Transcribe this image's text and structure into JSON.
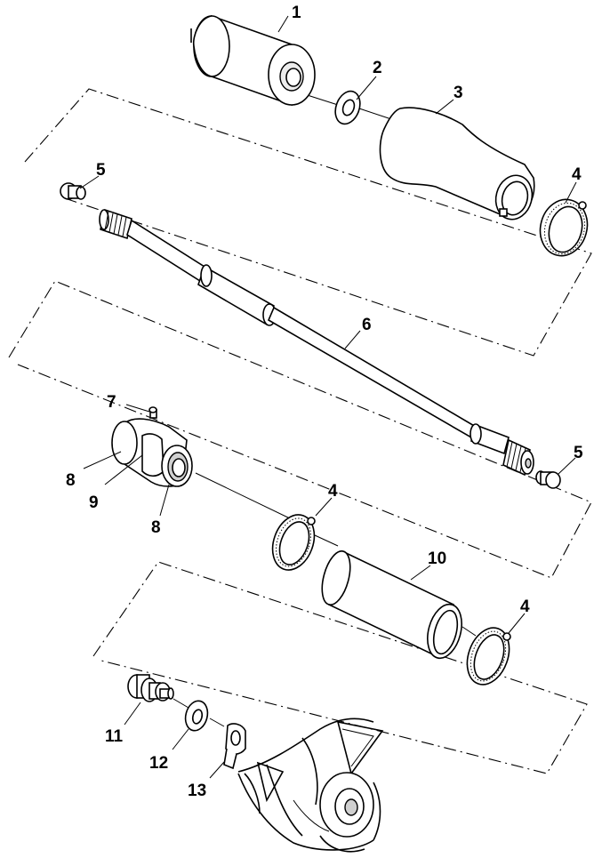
{
  "callouts": {
    "c1": "1",
    "c2": "2",
    "c3": "3",
    "c4a": "4",
    "c5a": "5",
    "c6": "6",
    "c5b": "5",
    "c7": "7",
    "c8a": "8",
    "c9": "9",
    "c8b": "8",
    "c4b": "4",
    "c10": "10",
    "c4c": "4",
    "c11": "11",
    "c12": "12",
    "c13": "13"
  }
}
